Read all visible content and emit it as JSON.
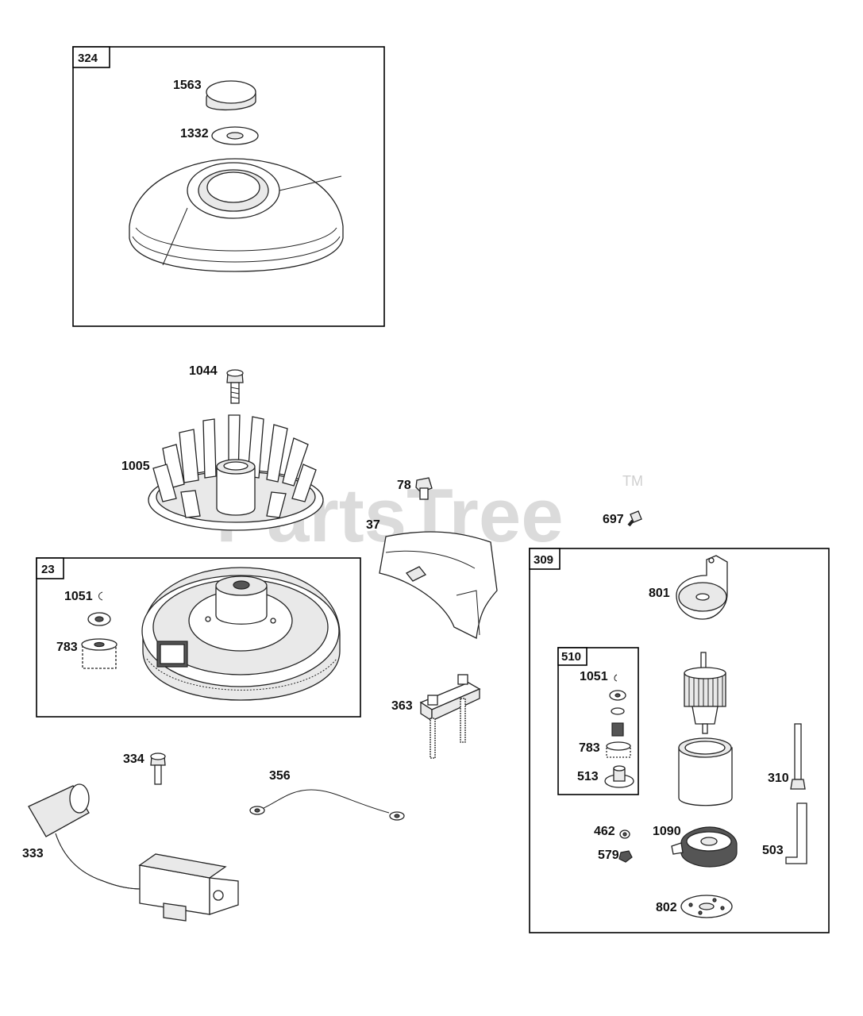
{
  "watermark": {
    "text": "PartsTree",
    "trademark": "TM"
  },
  "boxes": [
    {
      "id": "324"
    },
    {
      "id": "23"
    },
    {
      "id": "309"
    },
    {
      "id": "510"
    }
  ],
  "callouts": [
    "1563",
    "1332",
    "1044",
    "1005",
    "78",
    "697",
    "37",
    "1051",
    "783",
    "363",
    "334",
    "356",
    "333",
    "801",
    "1051",
    "783",
    "513",
    "310",
    "462",
    "1090",
    "579",
    "503",
    "802"
  ]
}
